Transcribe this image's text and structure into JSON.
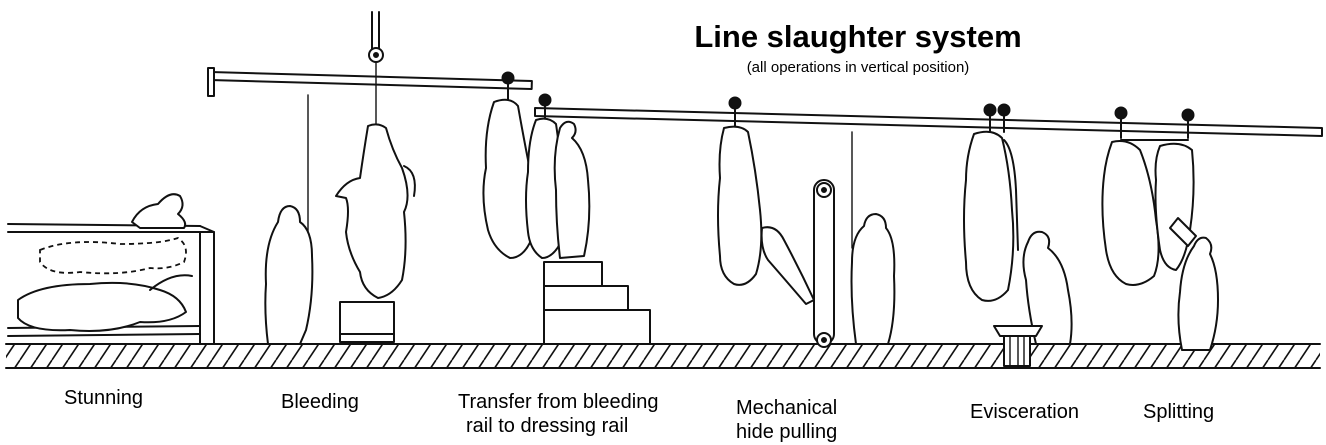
{
  "title": "Line slaughter system",
  "subtitle": "(all operations in vertical position)",
  "stages": [
    {
      "label": "Stunning"
    },
    {
      "label": "Bleeding"
    },
    {
      "label_line1": "Transfer from bleeding",
      "label_line2": "rail to dressing rail"
    },
    {
      "label_line1": "Mechanical",
      "label_line2": "hide pulling"
    },
    {
      "label": "Evisceration"
    },
    {
      "label": "Splitting"
    }
  ]
}
